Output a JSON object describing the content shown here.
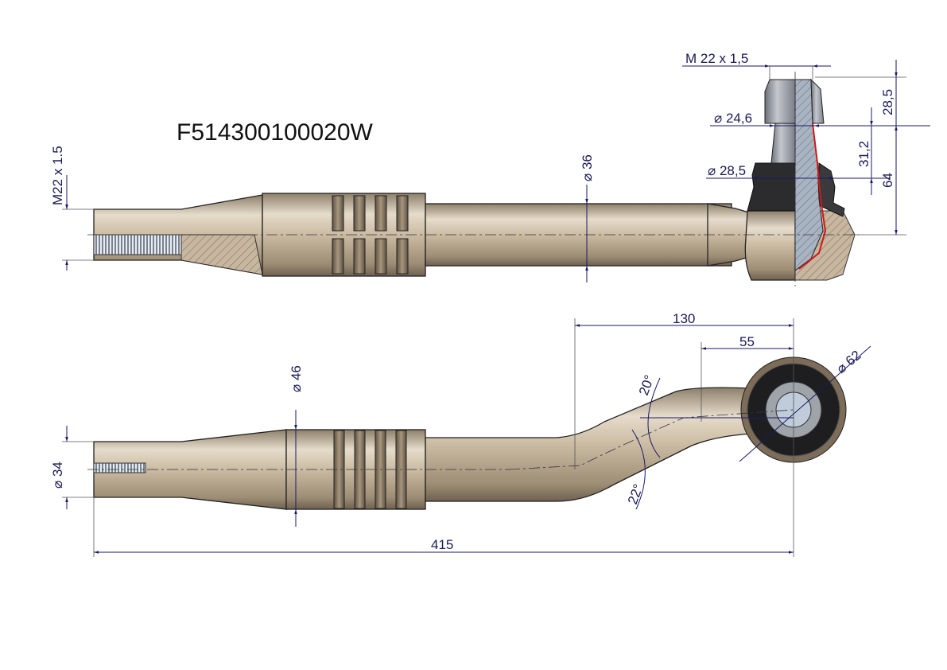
{
  "part_number": "F514300100020W",
  "top_view": {
    "thread_left": "M22 x 1.5",
    "shaft_diameter": "⌀ 36",
    "stud_thread": "M  22  x 1,5",
    "stud_diameter_top": "⌀  24,6",
    "stud_diameter_boot": "⌀  28,5",
    "height_nut": "28,5",
    "height_taper": "31,2",
    "height_total": "64"
  },
  "bottom_view": {
    "end_diameter": "⌀  34",
    "grip_diameter": "⌀  46",
    "offset_130": "130",
    "offset_55": "55",
    "eye_diameter": "⌀  62",
    "angle_upper": "20°",
    "angle_lower": "22°",
    "overall_length": "415"
  },
  "colors": {
    "metal": "#c9b9a0",
    "dimension": "#1a1a66",
    "boot": "#2a2a2a",
    "seal_line": "#d01818"
  }
}
